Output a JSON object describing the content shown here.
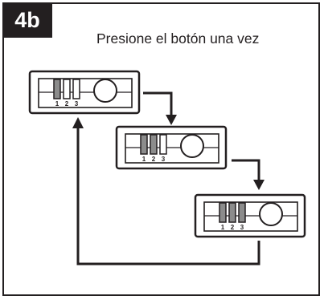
{
  "step_label": "4b",
  "instruction": "Presione el botón una vez",
  "colors": {
    "ink": "#231f20",
    "lit_bar": "#8c8c8c",
    "background": "#ffffff"
  },
  "devices": [
    {
      "name": "device-state-1",
      "lit": [
        true,
        false,
        false
      ],
      "digits": [
        "1",
        "2",
        "3"
      ]
    },
    {
      "name": "device-state-2",
      "lit": [
        true,
        true,
        false
      ],
      "digits": [
        "1",
        "2",
        "3"
      ]
    },
    {
      "name": "device-state-3",
      "lit": [
        true,
        true,
        true
      ],
      "digits": [
        "1",
        "2",
        "3"
      ]
    }
  ]
}
